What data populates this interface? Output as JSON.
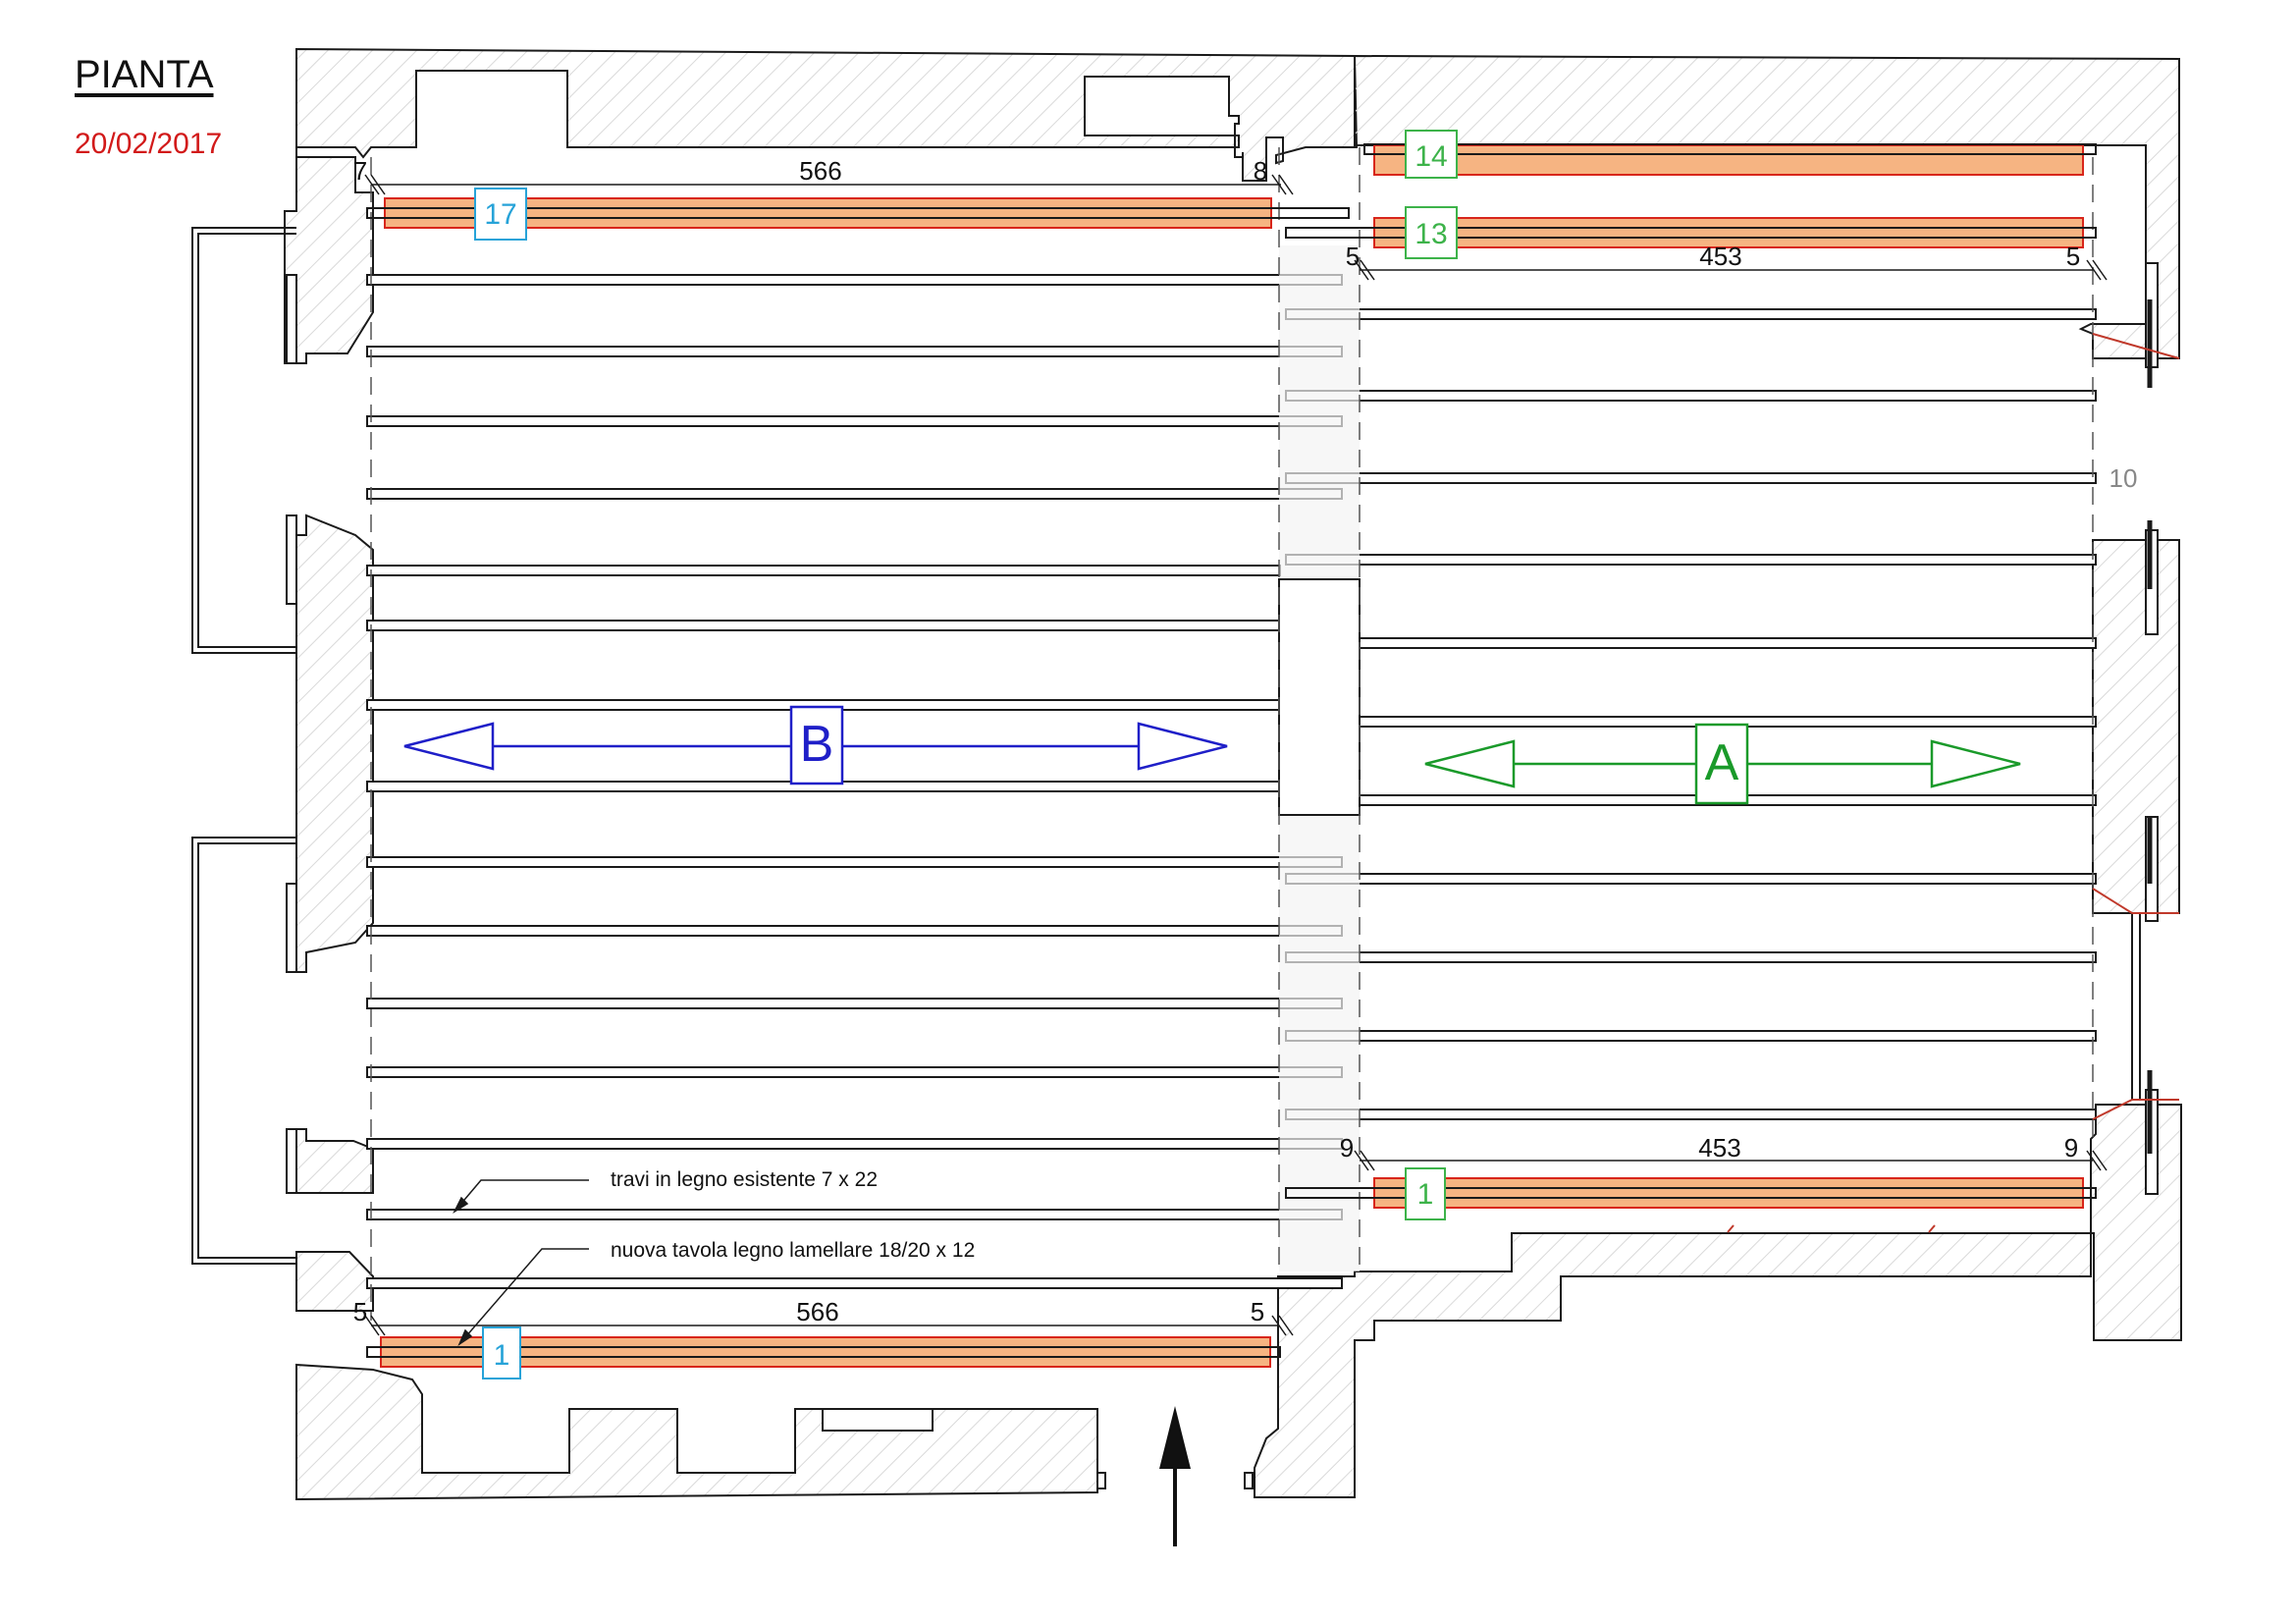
{
  "header": {
    "title": "PIANTA",
    "date": "20/02/2017"
  },
  "colors": {
    "wall_stroke": "#1a1a1a",
    "hatch": "#d9d9d9",
    "new_board_fill": "#f6b482",
    "new_board_stroke": "#d8261b",
    "zone_b": "#1f1fc8",
    "zone_a": "#1a9a2a",
    "label_b_side": "#27a3d8",
    "label_a_side": "#3db34a",
    "red_marks": "#c0392b"
  },
  "zones": {
    "b": {
      "label": "B"
    },
    "a": {
      "label": "A"
    }
  },
  "board_labels": {
    "b_top": "17",
    "b_bottom": "1",
    "a_top_1": "14",
    "a_top_2": "13",
    "a_bottom": "1"
  },
  "dimensions": {
    "b_top_left": "7",
    "b_top_span": "566",
    "b_top_right": "8",
    "a_top_left": "5",
    "a_top_span": "453",
    "a_top_right": "5",
    "a_mid_right": "10",
    "a_bottom_left": "9",
    "a_bottom_span": "453",
    "a_bottom_right": "9",
    "b_bottom_left": "5",
    "b_bottom_span": "566",
    "b_bottom_right": "5"
  },
  "annotations": {
    "existing_beams": "travi in legno esistente 7 x 22",
    "new_board": "nuova tavola legno lamellare 18/20 x 12"
  }
}
